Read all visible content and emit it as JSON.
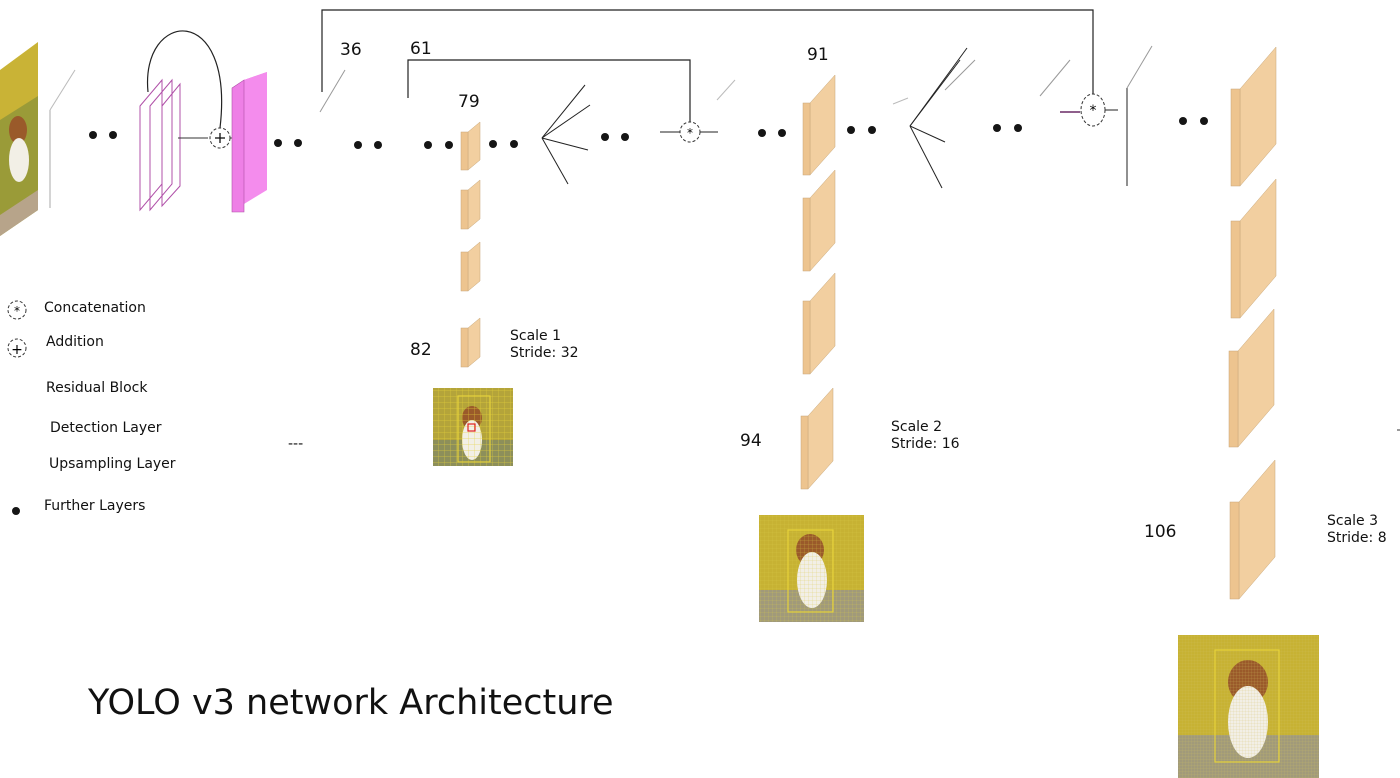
{
  "layer_labels": {
    "l36": "36",
    "l61": "61",
    "l79": "79",
    "l82": "82",
    "l91": "91",
    "l94": "94",
    "l106": "106"
  },
  "scales": {
    "scale1": {
      "name": "Scale 1",
      "stride": "Stride: 32"
    },
    "scale2": {
      "name": "Scale 2",
      "stride": "Stride: 16"
    },
    "scale3": {
      "name": "Scale 3",
      "stride": "Stride: 8"
    }
  },
  "legend": {
    "concat_symbol": "*",
    "concatenation": "Concatenation",
    "add_symbol": "+",
    "addition": "Addition",
    "residual_block": "Residual Block",
    "detection_layer": "Detection Layer",
    "upsampling_layer": "Upsampling Layer",
    "further_layers": "Further Layers",
    "dashes": "---"
  },
  "title": "YOLO v3 network Architecture",
  "colors": {
    "detection_layer": "#f2cfa0",
    "residual_block": "#ee7fe6",
    "residual_outline": "#b050a8",
    "dot": "#151515",
    "grid_yellow": "#e6d23a",
    "foliage": "#c7b233",
    "dog_brown": "#9a5a2a"
  }
}
